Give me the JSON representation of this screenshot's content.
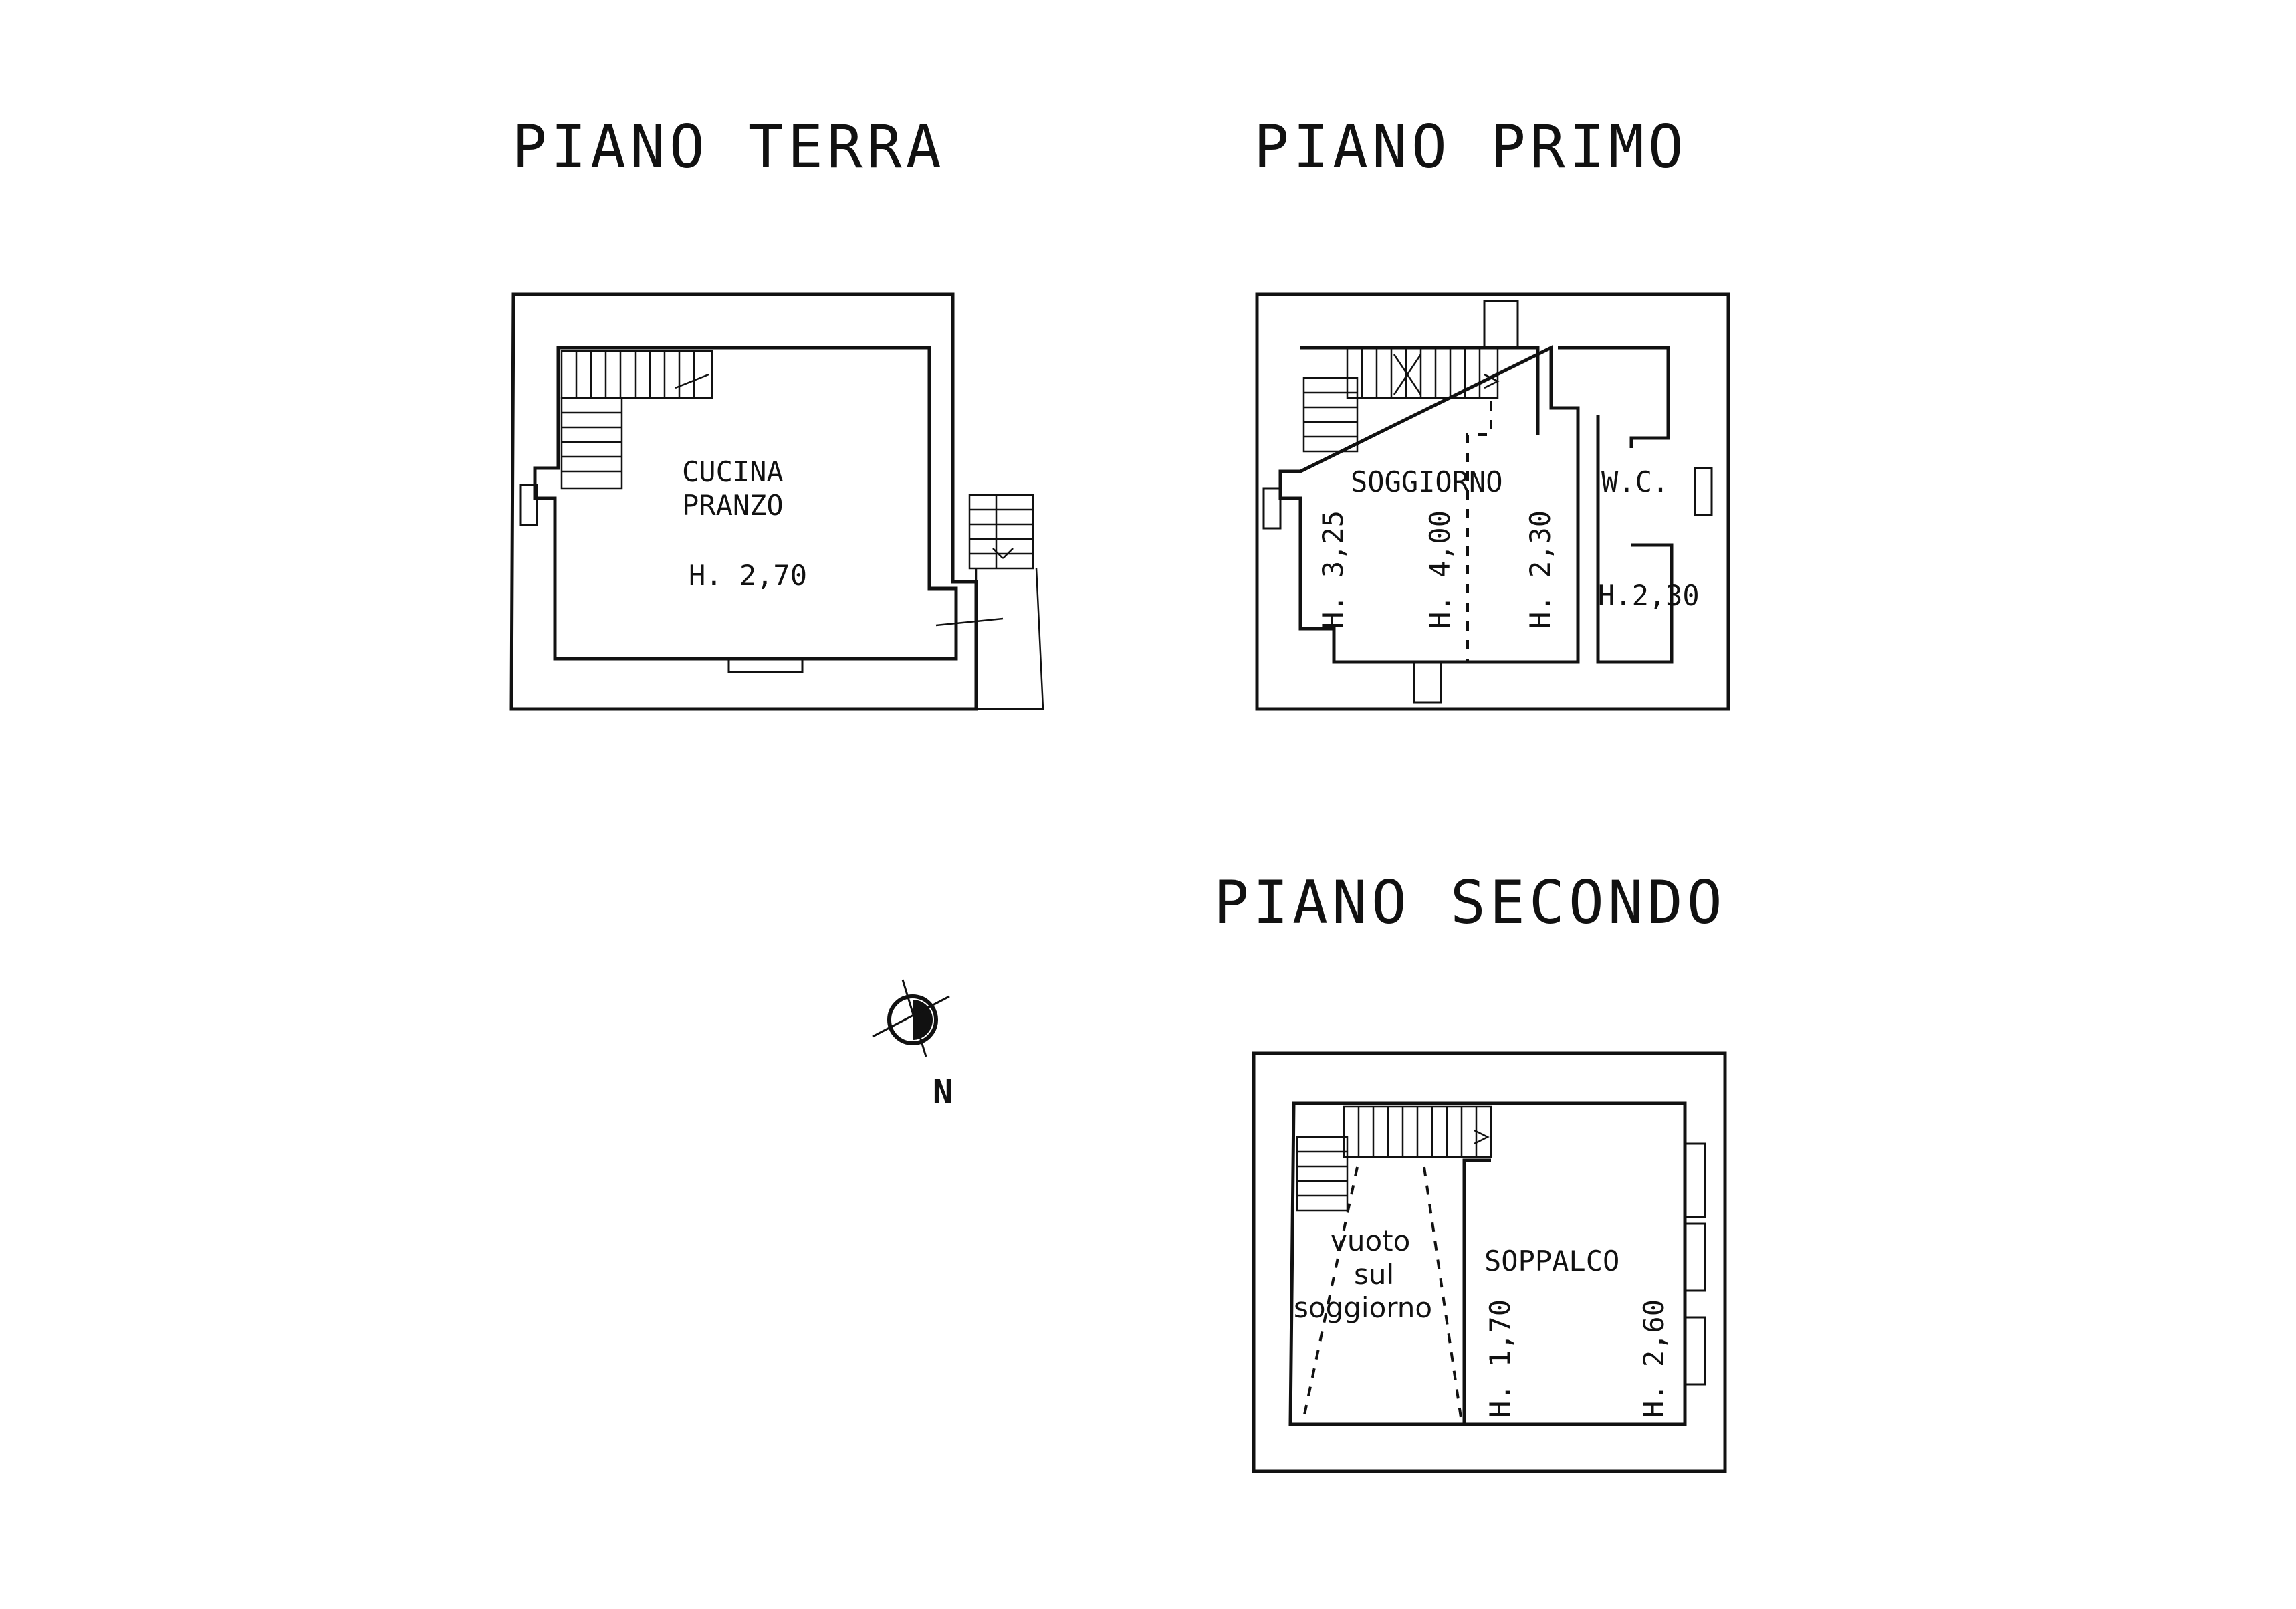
{
  "floors": {
    "ground": {
      "title": "PIANO TERRA",
      "room_line1": "CUCINA",
      "room_line2": "PRANZO",
      "height": "H. 2,70"
    },
    "first": {
      "title": "PIANO PRIMO",
      "room": "SOGGIORNO",
      "wc": "W.C.",
      "height_left": "H. 3,25",
      "height_mid": "H. 4,00",
      "height_right": "H. 2,30",
      "height_wc": "H.2,30"
    },
    "second": {
      "title": "PIANO SECONDO",
      "void_line1": "vuoto",
      "void_line2": "sul",
      "void_line3": "soggiorno",
      "room": "SOPPALCO",
      "height_left": "H. 1,70",
      "height_right": "H. 2,60"
    }
  },
  "compass": {
    "label": "N"
  }
}
